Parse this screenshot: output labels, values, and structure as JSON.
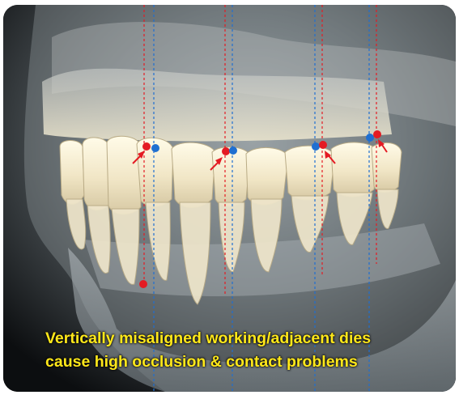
{
  "illustration": {
    "subject": "dental-arch-xray-illustration",
    "marker_colors": {
      "red": "#e41b23",
      "blue": "#1f6fd1"
    },
    "caption": {
      "line1": "Vertically misaligned working/adjacent dies",
      "line2": "cause high occlusion & contact problems",
      "color": "#ffe81a"
    }
  }
}
